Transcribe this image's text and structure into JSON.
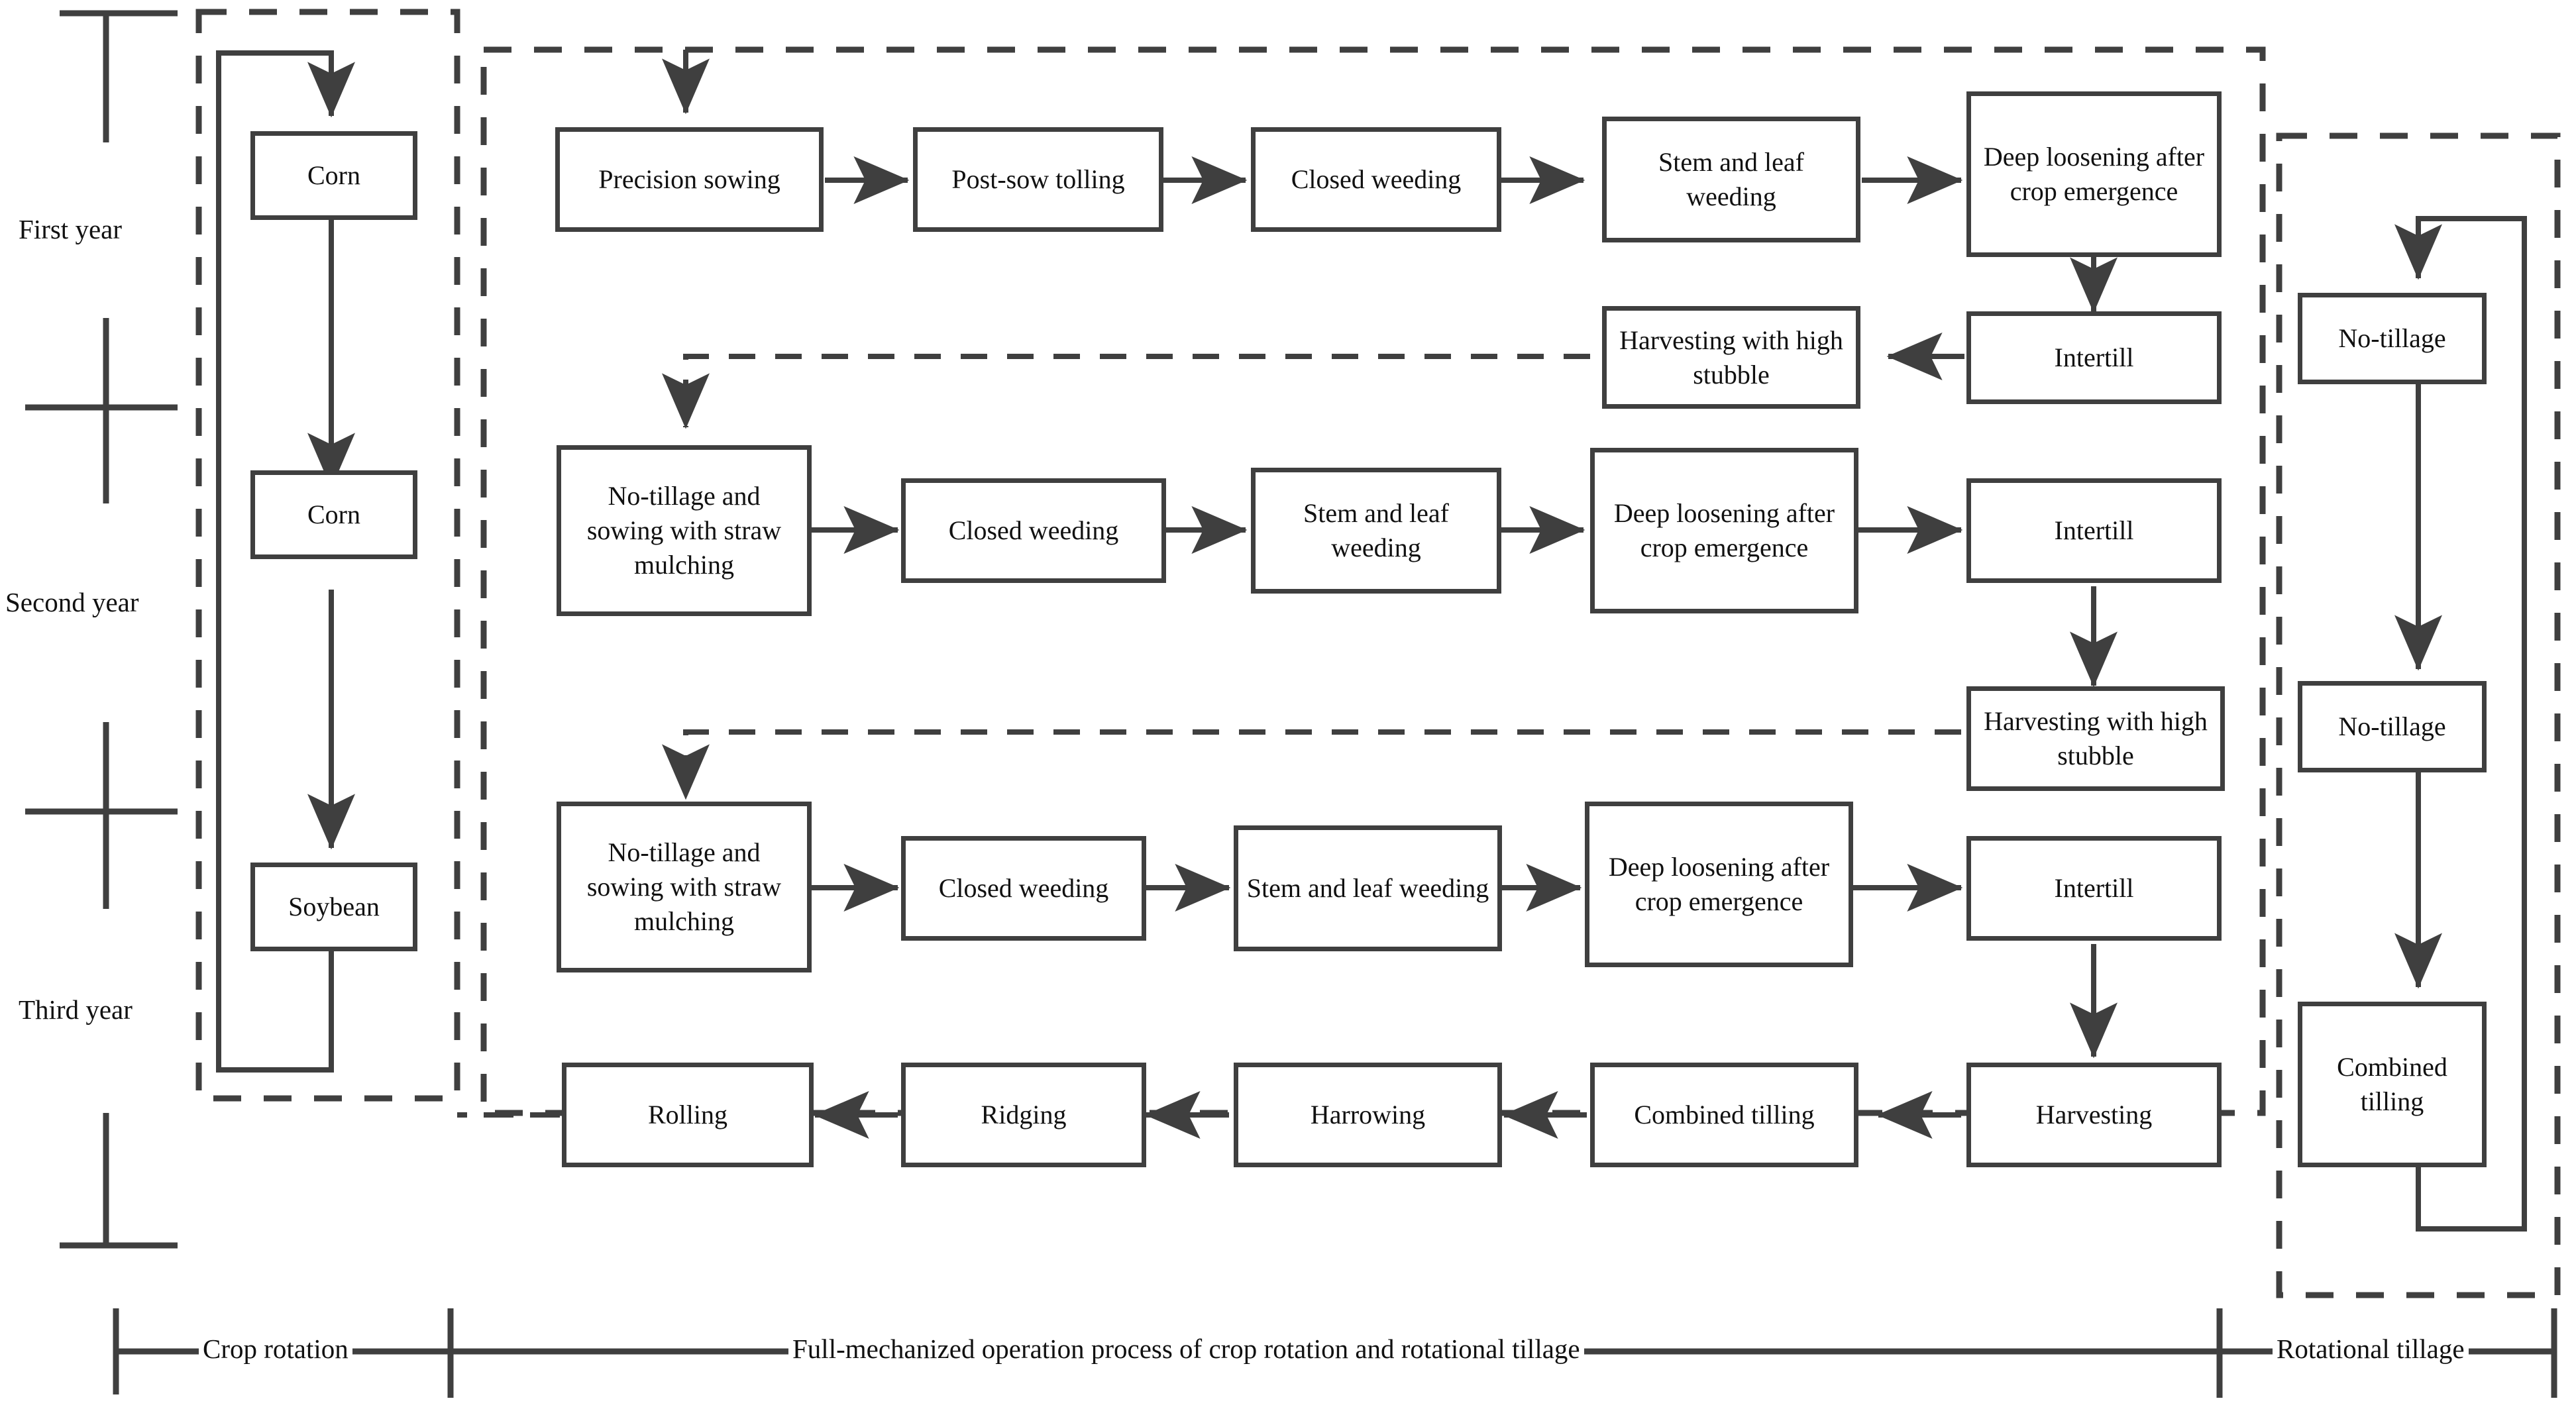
{
  "diagram": {
    "title": "Full-mechanized operation process of crop rotation and rotational tillage",
    "colors": {
      "stroke": "#3f3f3f",
      "text": "#111111",
      "background": "#ffffff"
    },
    "year_axis": {
      "labels": [
        {
          "id": "first-year",
          "text": "First year"
        },
        {
          "id": "second-year",
          "text": "Second year"
        },
        {
          "id": "third-year",
          "text": "Third year"
        }
      ]
    },
    "crop_rotation_column": {
      "group_label": "Crop rotation",
      "nodes": [
        {
          "id": "crop-corn-1",
          "text": "Corn"
        },
        {
          "id": "crop-corn-2",
          "text": "Corn"
        },
        {
          "id": "crop-soybean",
          "text": "Soybean"
        }
      ]
    },
    "rotational_tillage_column": {
      "group_label": "Rotational tillage",
      "nodes": [
        {
          "id": "till-no-tillage-1",
          "text": "No-tillage"
        },
        {
          "id": "till-no-tillage-2",
          "text": "No-tillage"
        },
        {
          "id": "till-combined-tilling",
          "text": "Combined\ntilling"
        }
      ]
    },
    "process_rows": [
      {
        "id": "row-first-year",
        "nodes": [
          {
            "id": "precision-sowing",
            "text": "Precision sowing"
          },
          {
            "id": "post-sow-tolling",
            "text": "Post-sow tolling"
          },
          {
            "id": "closed-weeding-1",
            "text": "Closed weeding"
          },
          {
            "id": "stem-and-leaf-weeding-1",
            "text": "Stem and leaf weeding"
          },
          {
            "id": "deep-loosening-1",
            "text": "Deep loosening after crop emergence"
          },
          {
            "id": "intertill-1",
            "text": "Intertill"
          },
          {
            "id": "harvesting-high-stubble-1",
            "text": "Harvesting with high stubble"
          }
        ]
      },
      {
        "id": "row-second-year",
        "nodes": [
          {
            "id": "no-tillage-sowing-straw-1",
            "text": "No-tillage and sowing with straw mulching"
          },
          {
            "id": "closed-weeding-2",
            "text": "Closed weeding"
          },
          {
            "id": "stem-and-leaf-weeding-2",
            "text": "Stem and leaf weeding"
          },
          {
            "id": "deep-loosening-2",
            "text": "Deep loosening after crop emergence"
          },
          {
            "id": "intertill-2",
            "text": "Intertill"
          },
          {
            "id": "harvesting-high-stubble-2",
            "text": "Harvesting with high stubble"
          }
        ]
      },
      {
        "id": "row-third-year",
        "nodes": [
          {
            "id": "no-tillage-sowing-straw-2",
            "text": "No-tillage and sowing with straw mulching"
          },
          {
            "id": "closed-weeding-3",
            "text": "Closed weeding"
          },
          {
            "id": "stem-and-leaf-weeding-3",
            "text": "Stem and leaf weeding"
          },
          {
            "id": "deep-loosening-3",
            "text": "Deep loosening after crop emergence"
          },
          {
            "id": "intertill-3",
            "text": "Intertill"
          },
          {
            "id": "harvesting",
            "text": "Harvesting"
          }
        ]
      },
      {
        "id": "row-autumn-tillage",
        "nodes": [
          {
            "id": "rolling",
            "text": "Rolling"
          },
          {
            "id": "ridging",
            "text": "Ridging"
          },
          {
            "id": "harrowing",
            "text": "Harrowing"
          },
          {
            "id": "combined-tilling",
            "text": "Combined tilling"
          }
        ]
      }
    ],
    "bottom_legend": [
      {
        "id": "legend-crop-rotation",
        "text": "Crop rotation"
      },
      {
        "id": "legend-full-mechanized",
        "text": "Full-mechanized operation process of crop rotation and rotational tillage"
      },
      {
        "id": "legend-rotational-tillage",
        "text": "Rotational tillage"
      }
    ]
  }
}
